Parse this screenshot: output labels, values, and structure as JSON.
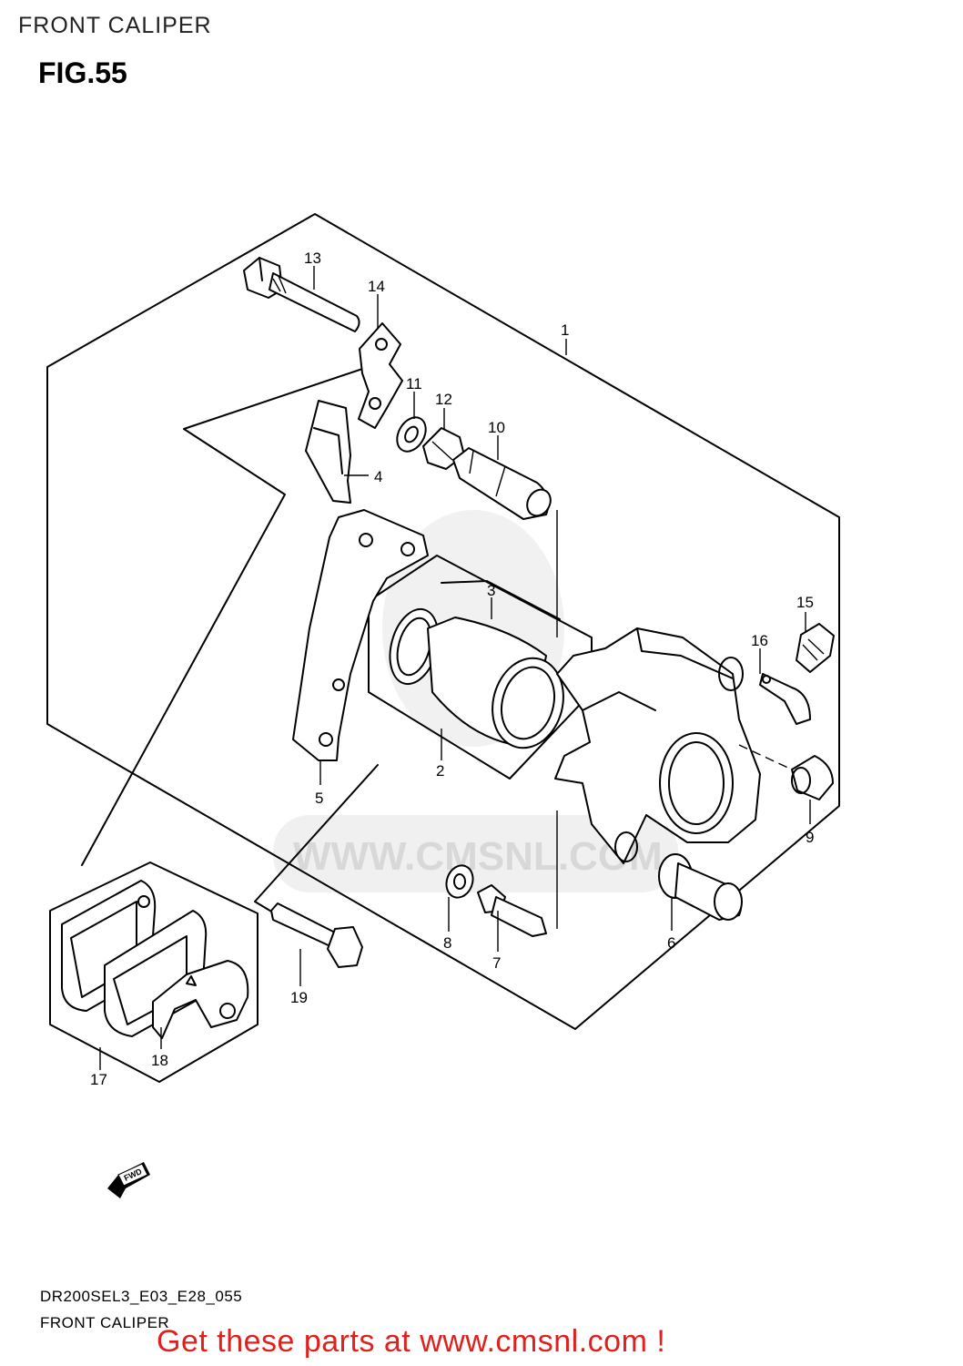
{
  "header": {
    "title": "FRONT CALIPER",
    "figure": "FIG.55"
  },
  "watermark": {
    "text": "WWW.CMSNL.COM"
  },
  "fwd_marker": {
    "label": "FWD",
    "icon": "fwd-arrow-icon"
  },
  "callouts": [
    "1",
    "2",
    "3",
    "4",
    "5",
    "6",
    "7",
    "8",
    "9",
    "10",
    "11",
    "12",
    "13",
    "14",
    "15",
    "16",
    "17",
    "18",
    "19"
  ],
  "footer": {
    "model_code": "DR200SEL3_E03_E28_055",
    "title": "FRONT CALIPER",
    "promo": "Get these parts at www.cmsnl.com !",
    "promo_color": "#e0201c"
  }
}
